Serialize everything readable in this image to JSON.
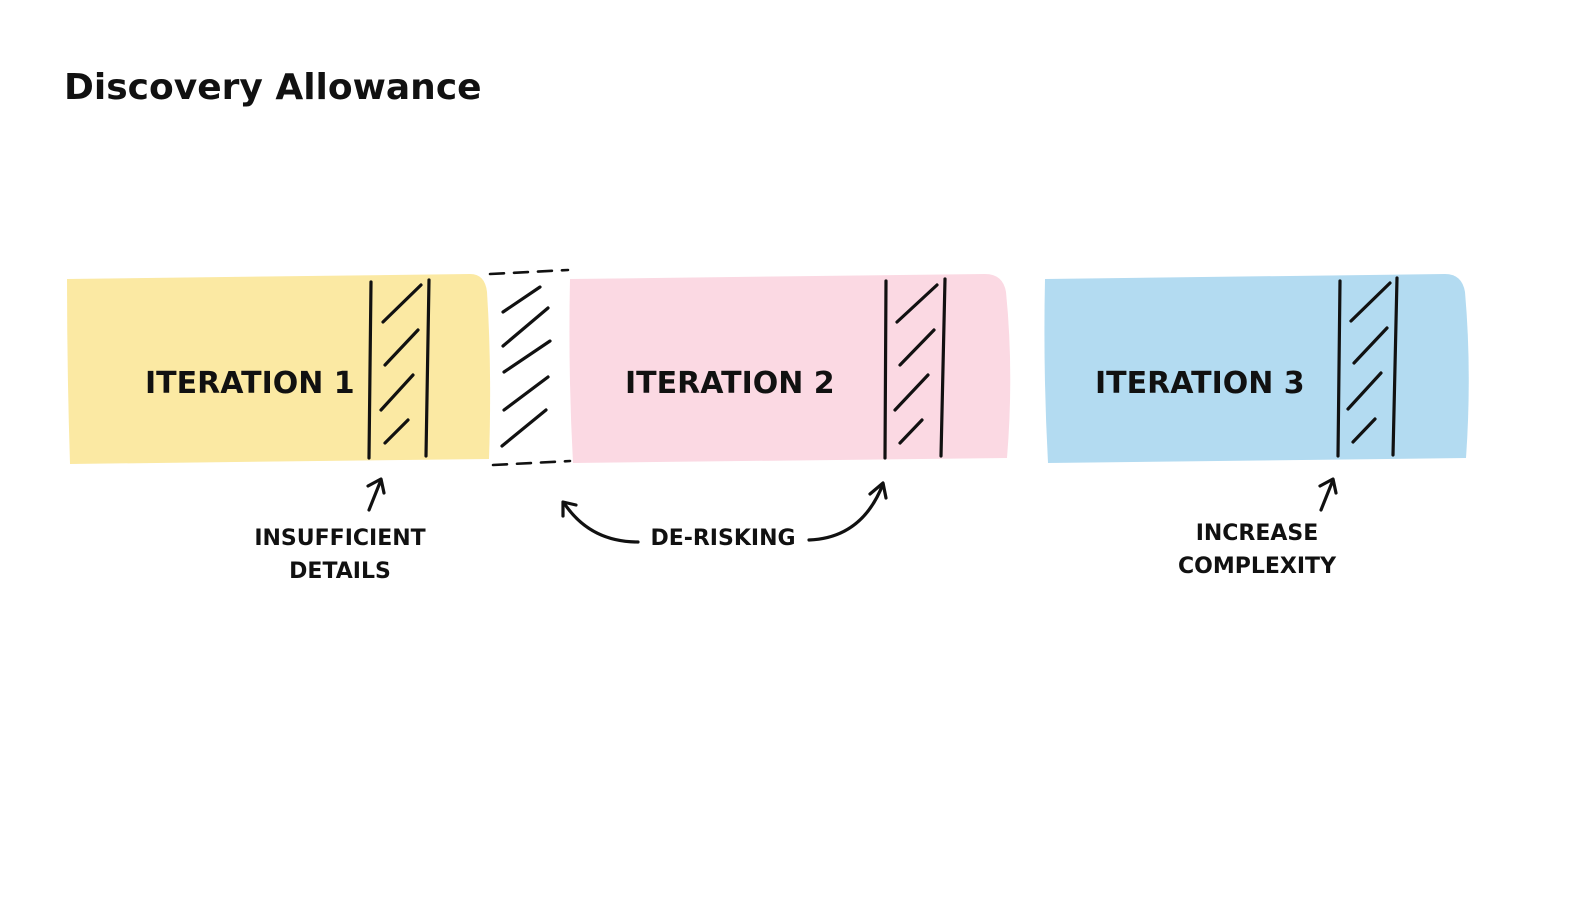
{
  "title": "Discovery Allowance",
  "iterations": [
    {
      "label": "ITERATION 1",
      "color": "#fbe9a3"
    },
    {
      "label": "ITERATION 2",
      "color": "#fbd9e3"
    },
    {
      "label": "ITERATION 3",
      "color": "#b3dbf1"
    }
  ],
  "annotations": {
    "insufficient": {
      "line1": "INSUFFICIENT",
      "line2": "DETAILS"
    },
    "derisking": {
      "line1": "DE-RISKING"
    },
    "complexity": {
      "line1": "INCREASE",
      "line2": "COMPLEXITY"
    }
  }
}
